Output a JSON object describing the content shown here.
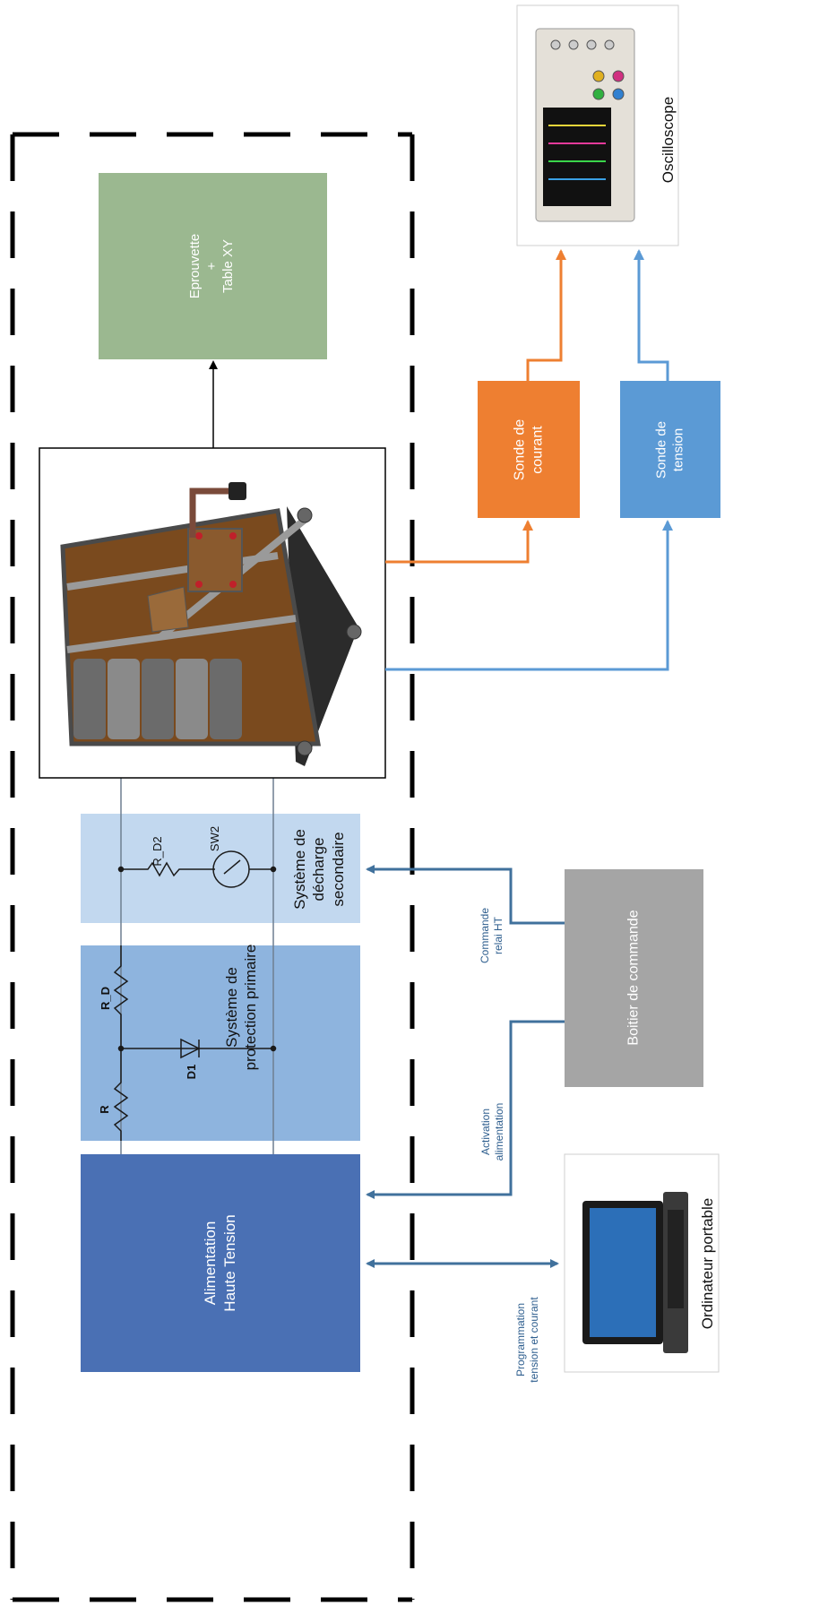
{
  "blocks": {
    "alimentation": "Alimentation\nHaute Tension",
    "protection": "Système de\nprotection primaire",
    "decharge": "Système de\ndécharge\nsecondaire",
    "eprouvette": "Eprouvette\n+\nTable XY",
    "sonde_courant": "Sonde de\ncourant",
    "sonde_tension": "Sonde de\ntension",
    "boitier": "Boitier de commande",
    "ordinateur": "Ordinateur portable",
    "oscilloscope": "Oscilloscope"
  },
  "signals": {
    "programmation": "Programmation\ntension et courant",
    "activation": "Activation\nalimentation",
    "commande": "Commande\nrelai HT"
  },
  "components": {
    "r": "R",
    "rd": "R_D",
    "d1": "D1",
    "rd2": "R_D2",
    "sw2": "SW2"
  },
  "colors": {
    "alimentation": "#4a70b4",
    "protection": "#8eb4de",
    "decharge": "#c2d8ef",
    "eprouvette": "#9bb890",
    "sonde_courant": "#ee7f31",
    "sonde_tension": "#5b9ad5",
    "boitier": "#a5a5a5",
    "signal_line": "#40719c",
    "orange_line": "#ee7f31",
    "blue_line": "#5b9ad5"
  }
}
